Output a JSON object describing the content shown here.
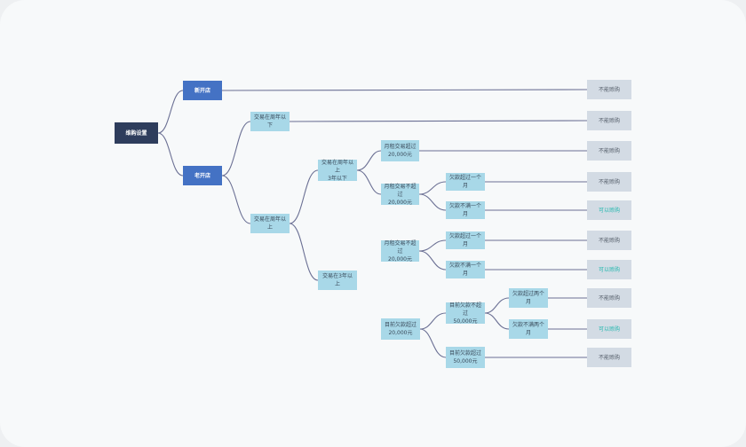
{
  "root": "维购设置",
  "level1": {
    "new_shop": "新开店",
    "old_shop": "老开店"
  },
  "branches": {
    "trade_under_half_year": "交易在周年以下",
    "trade_over_half_year": "交易在周年以上",
    "trade_half_to_3": "交易在周年以上\n3年以下",
    "trade_over_3": "交易在3年以上",
    "pay_over_20000": "月租交易超过\n20,000元",
    "pay_under_20000_a": "月租交易不超过\n20,000元",
    "pay_under_20000_b": "月租交易不超过\n20,000元",
    "overdue_over_1m_a": "欠款超过一个月",
    "overdue_under_1m_a": "欠款不满一个月",
    "overdue_over_1m_b": "欠款超过一个月",
    "overdue_under_1m_b": "欠款不满一个月",
    "debt_over_20000": "目前欠款超过\n20,000元",
    "debt_under_50000": "目前欠款不超过\n50,000元",
    "debt_over_50000": "目前欠款超过\n50,000元",
    "overdue_over_2m": "欠款超过两个月",
    "overdue_under_2m": "欠款不满两个月"
  },
  "results": {
    "no": "不能赊购",
    "yes": "可以赊购"
  },
  "colors": {
    "root": "#2e3d5c",
    "level1": "#4472c4",
    "branch": "#a8d8e8",
    "result": "#d3dbe4",
    "result_ok_text": "#28b8b0",
    "connector": "#6b7094"
  }
}
